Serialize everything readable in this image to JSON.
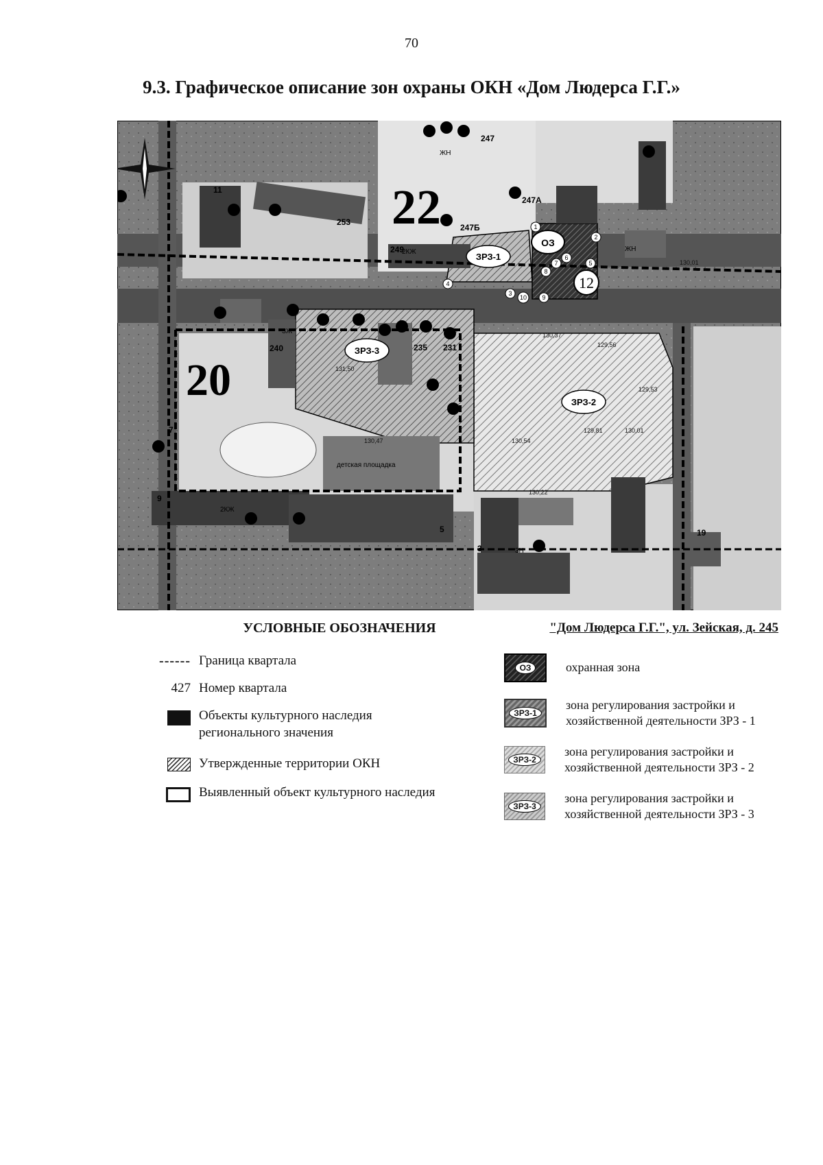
{
  "page_number": "70",
  "title": "9.3. Графическое описание зон охраны ОКН «Дом Людерса Г.Г.»",
  "map": {
    "quarter_labels": [
      "22",
      "20",
      "12"
    ],
    "zone_labels": {
      "oz": "ОЗ",
      "zrz1": "ЗРЗ-1",
      "zrz2": "ЗРЗ-2",
      "zrz3": "ЗРЗ-3"
    },
    "building_numbers": [
      "247",
      "247А",
      "247Б",
      "249",
      "253",
      "240",
      "231",
      "235",
      "11",
      "9",
      "7",
      "5",
      "3",
      "19"
    ],
    "building_types": [
      "ЖН",
      "ЗЖ",
      "2КЖ",
      "3Н",
      "2КЖ",
      "ЖН"
    ],
    "elevations": [
      "130,37",
      "129,56",
      "129,53",
      "129,81",
      "130,01",
      "130,54",
      "130,47",
      "130,22",
      "131,50",
      "130,01"
    ],
    "point_numbers": [
      "1",
      "2",
      "3",
      "4",
      "5",
      "6",
      "7",
      "8",
      "9",
      "10"
    ],
    "text_labels": [
      "детская площадка"
    ]
  },
  "legend": {
    "heading": "УСЛОВНЫЕ ОБОЗНАЧЕНИЯ",
    "dash_symbol": "------",
    "items": [
      {
        "symbol_text": "",
        "label": "Граница квартала"
      },
      {
        "symbol_text": "427",
        "label": "Номер квартала"
      },
      {
        "symbol_text": "",
        "label": "Объекты культурного наследия регионального значения"
      },
      {
        "symbol_text": "",
        "label": "Утвержденные территории ОКН"
      },
      {
        "symbol_text": "",
        "label": "Выявленный объект культурного наследия"
      }
    ]
  },
  "zones_legend": {
    "heading": "\"Дом Людерса Г.Г.\", ул. Зейская, д. 245",
    "items": [
      {
        "badge": "ОЗ",
        "label": "охранная зона"
      },
      {
        "badge": "ЗРЗ-1",
        "label": "зона регулирования застройки и хозяйственной деятельности ЗРЗ - 1"
      },
      {
        "badge": "ЗРЗ-2",
        "label": "зона регулирования застройки и хозяйственной деятельности ЗРЗ - 2"
      },
      {
        "badge": "ЗРЗ-3",
        "label": "зона регулирования застройки и хозяйственной деятельности ЗРЗ - 3"
      }
    ]
  },
  "colors": {
    "building_dark": "#3a3a3a",
    "building_mid": "#7a7a7a",
    "road": "#4a4a4a",
    "okn_black": "#111111"
  }
}
